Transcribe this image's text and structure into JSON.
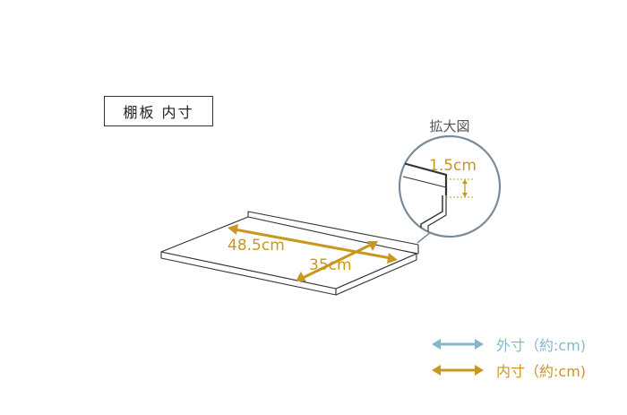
{
  "title": "棚板 内寸",
  "zoom_label": "拡大図",
  "dimensions": {
    "width": "48.5cm",
    "depth": "35cm",
    "lip": "1.5cm"
  },
  "legend": [
    {
      "label": "外寸（約:cm)",
      "color": "#86b8cc"
    },
    {
      "label": "内寸（約:cm)",
      "color": "#c9971f"
    }
  ],
  "colors": {
    "line": "#333333",
    "circle": "#7a8a98",
    "inner": "#c9971f",
    "outer": "#86b8cc"
  }
}
